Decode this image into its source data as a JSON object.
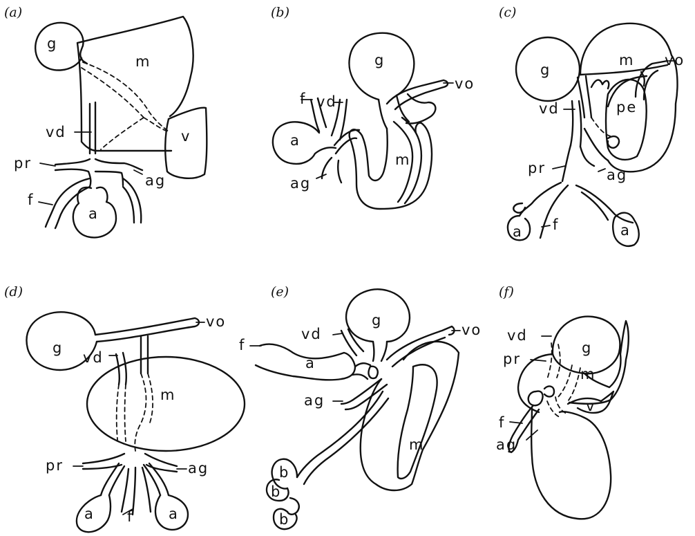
{
  "figure": {
    "panels": [
      {
        "id": "a",
        "label": "(a)",
        "structures": {
          "g": "g",
          "m": "m",
          "vd": "vd",
          "v": "v",
          "pr": "pr",
          "ag": "ag",
          "f": "f",
          "a": "a"
        }
      },
      {
        "id": "b",
        "label": "(b)",
        "structures": {
          "g": "g",
          "vo": "vo",
          "f": "f",
          "vd": "vd",
          "a": "a",
          "m": "m",
          "ag": "ag"
        }
      },
      {
        "id": "c",
        "label": "(c)",
        "structures": {
          "g": "g",
          "m": "m",
          "vo": "vo",
          "pe": "pe",
          "vd": "vd",
          "pr": "pr",
          "ag": "ag",
          "a_left": "a",
          "f": "f",
          "a_right": "a"
        }
      },
      {
        "id": "d",
        "label": "(d)",
        "structures": {
          "vo": "vo",
          "g": "g",
          "vd": "vd",
          "m": "m",
          "pr": "pr",
          "ag": "ag",
          "a_left": "a",
          "f": "f",
          "a_right": "a"
        }
      },
      {
        "id": "e",
        "label": "(e)",
        "structures": {
          "g": "g",
          "vo": "vo",
          "vd": "vd",
          "f": "f",
          "a": "a",
          "ag": "ag",
          "m": "m",
          "b1": "b",
          "b2": "b",
          "b3": "b"
        }
      },
      {
        "id": "f",
        "label": "(f)",
        "structures": {
          "vd": "vd",
          "g": "g",
          "pr": "pr",
          "m": "m",
          "f": "f",
          "v": "v",
          "ag": "ag"
        }
      }
    ]
  }
}
